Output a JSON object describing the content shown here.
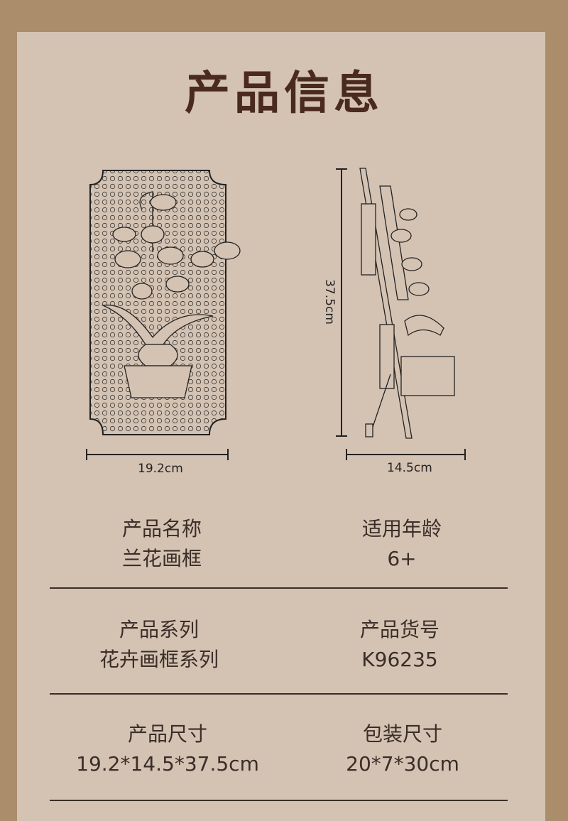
{
  "title": "产品信息",
  "dimensions": {
    "width": "19.2cm",
    "depth": "14.5cm",
    "height": "37.5cm"
  },
  "specs": [
    {
      "label": "产品名称",
      "value": "兰花画框"
    },
    {
      "label": "适用年龄",
      "value": "6+"
    },
    {
      "label": "产品系列",
      "value": "花卉画框系列"
    },
    {
      "label": "产品货号",
      "value": "K96235"
    },
    {
      "label": "产品尺寸",
      "value": "19.2*14.5*37.5cm"
    },
    {
      "label": "包装尺寸",
      "value": "20*7*30cm"
    }
  ],
  "colors": {
    "outer": "#ab8d6c",
    "panel": "#d4c3b3",
    "title": "#4a2a1e"
  }
}
